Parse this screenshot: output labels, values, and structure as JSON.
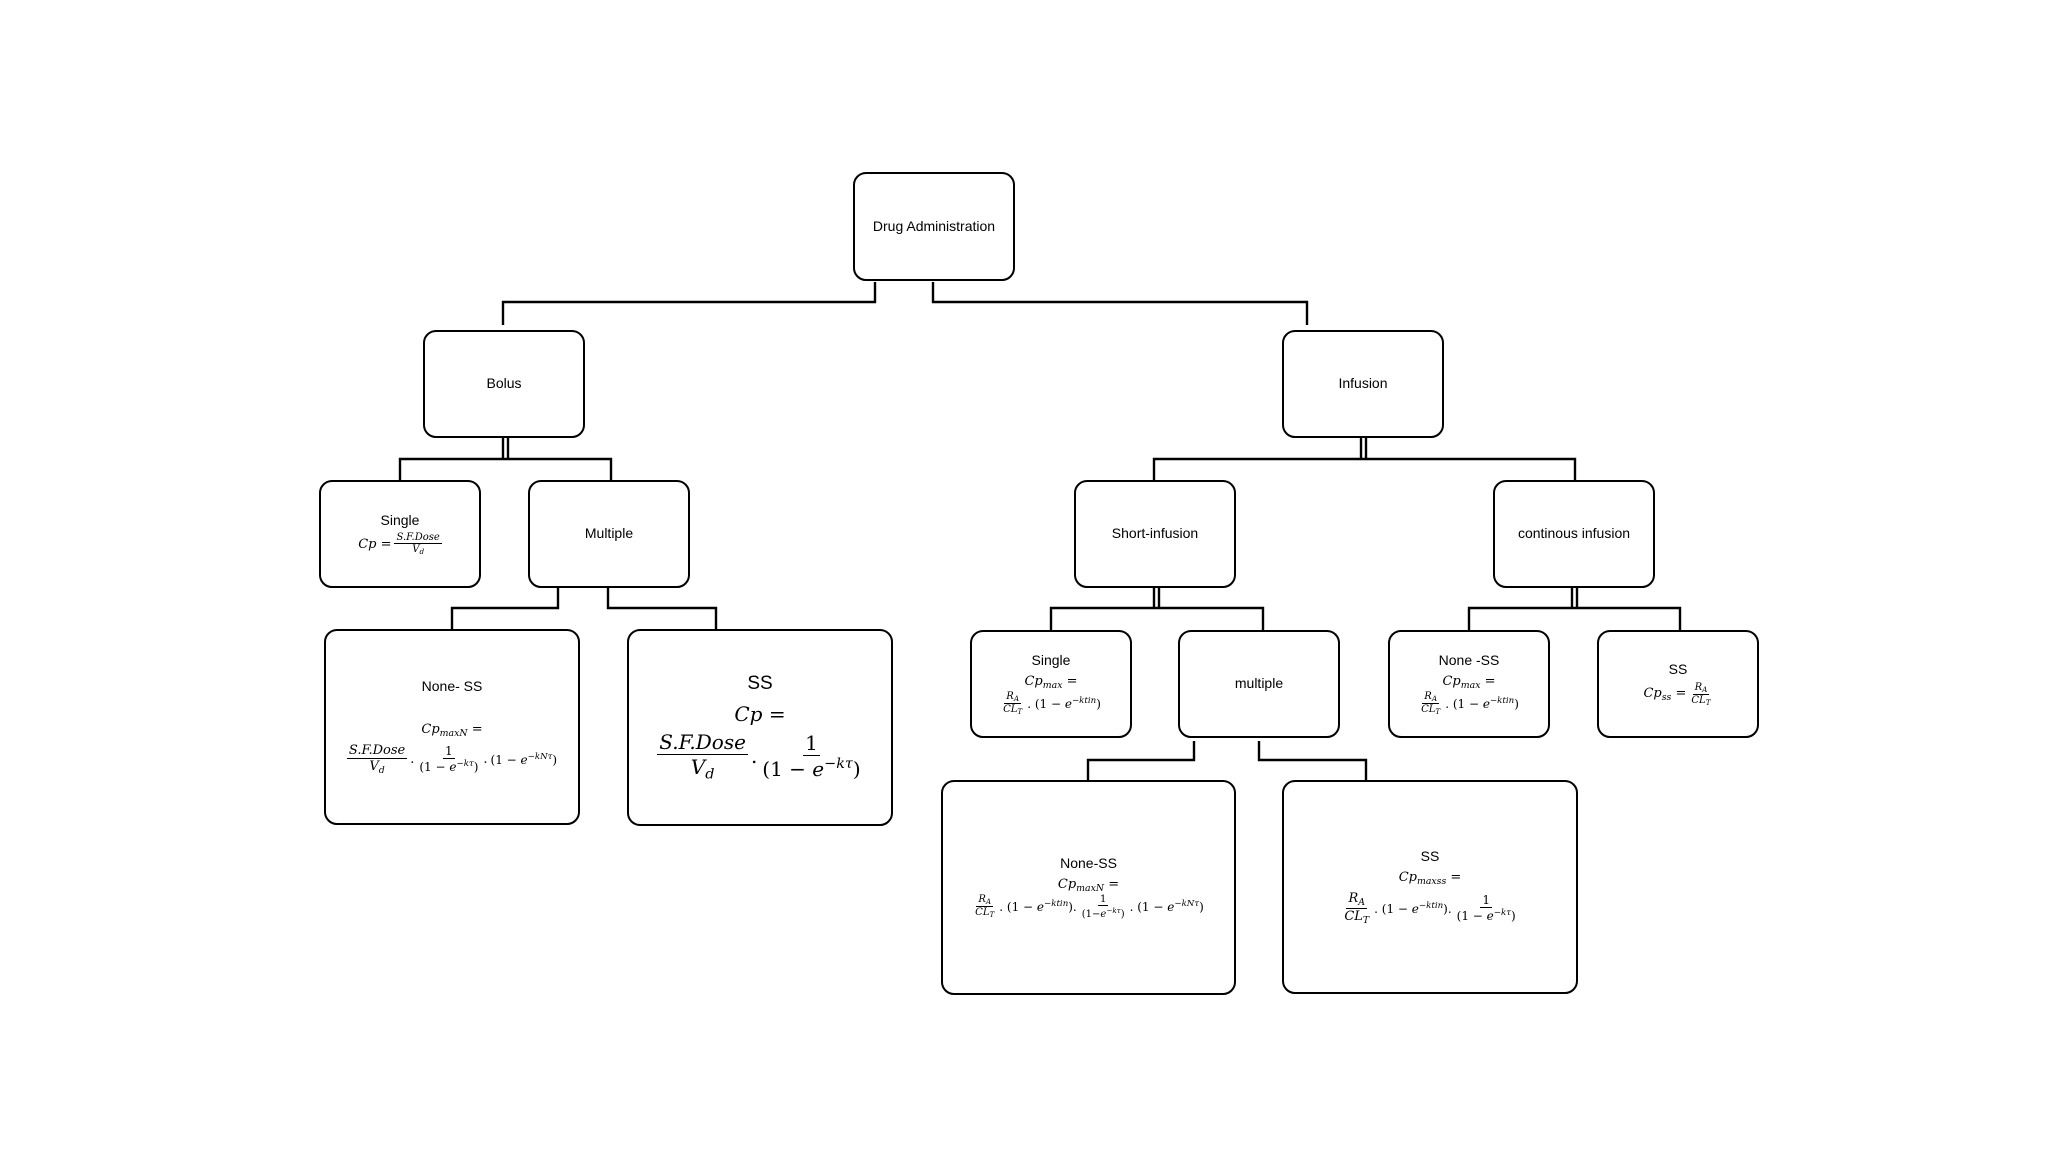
{
  "nodes": {
    "root": "Drug Administration",
    "bolus": "Bolus",
    "infusion": "Infusion",
    "bolus_single": {
      "title": "Single",
      "formula_lhs": "Cp =",
      "formula_num": "S.F.Dose",
      "formula_den": "Vd"
    },
    "bolus_multiple": "Multiple",
    "bolus_multiple_nonss": {
      "title": "None- SS",
      "formula_lhs": "CpmaxN =",
      "formula_num": "S.F.Dose",
      "formula_den": "Vd",
      "formula_term2": "1 / (1 − e^−kτ)",
      "formula_term3": "(1 − e^−kNτ)"
    },
    "bolus_multiple_ss": {
      "title": "SS",
      "formula_lhs": "Cp =",
      "formula_num": "S.F.Dose",
      "formula_den": "Vd",
      "formula_term2": "1 / (1 − e^−kτ)"
    },
    "short_infusion": "Short-infusion",
    "continuous_infusion": "continous infusion",
    "short_single": {
      "title": "Single",
      "formula_lhs": "Cpmax =",
      "formula": "RA/CLT . (1 − e^−ktin)"
    },
    "short_multiple": "multiple",
    "short_multiple_nonss": {
      "title": "None-SS",
      "formula_lhs": "CpmaxN =",
      "formula": "RA/CLT . (1 − e^−ktin) . 1/(1 − e^−kτ) . (1 − e^−kNτ)"
    },
    "short_multiple_ss": {
      "title": "SS",
      "formula_lhs": "Cpmaxss =",
      "formula": "RA/CLT . (1 − e^−ktin) . 1/(1 − e^−kτ)"
    },
    "cont_nonss": {
      "title": "None -SS",
      "formula_lhs": "Cpmax =",
      "formula": "RA/CLT . (1 − e^−ktin)"
    },
    "cont_ss": {
      "title": "SS",
      "formula": "Cpss = RA/CLT"
    }
  }
}
